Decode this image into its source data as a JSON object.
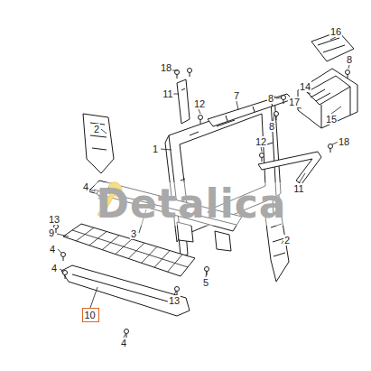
{
  "diagram": {
    "nodes": [
      {
        "text": [
          "10"
        ]
      }
    ],
    "labels": [
      "16",
      "8",
      "18",
      "11",
      "7",
      "14",
      "12",
      "8",
      "17",
      "15",
      "8",
      "2",
      "12",
      "18",
      "1",
      "4",
      "11",
      "Detalica",
      "13",
      "9",
      "3",
      "2",
      "4",
      "4",
      "5",
      "13",
      "4"
    ]
  }
}
